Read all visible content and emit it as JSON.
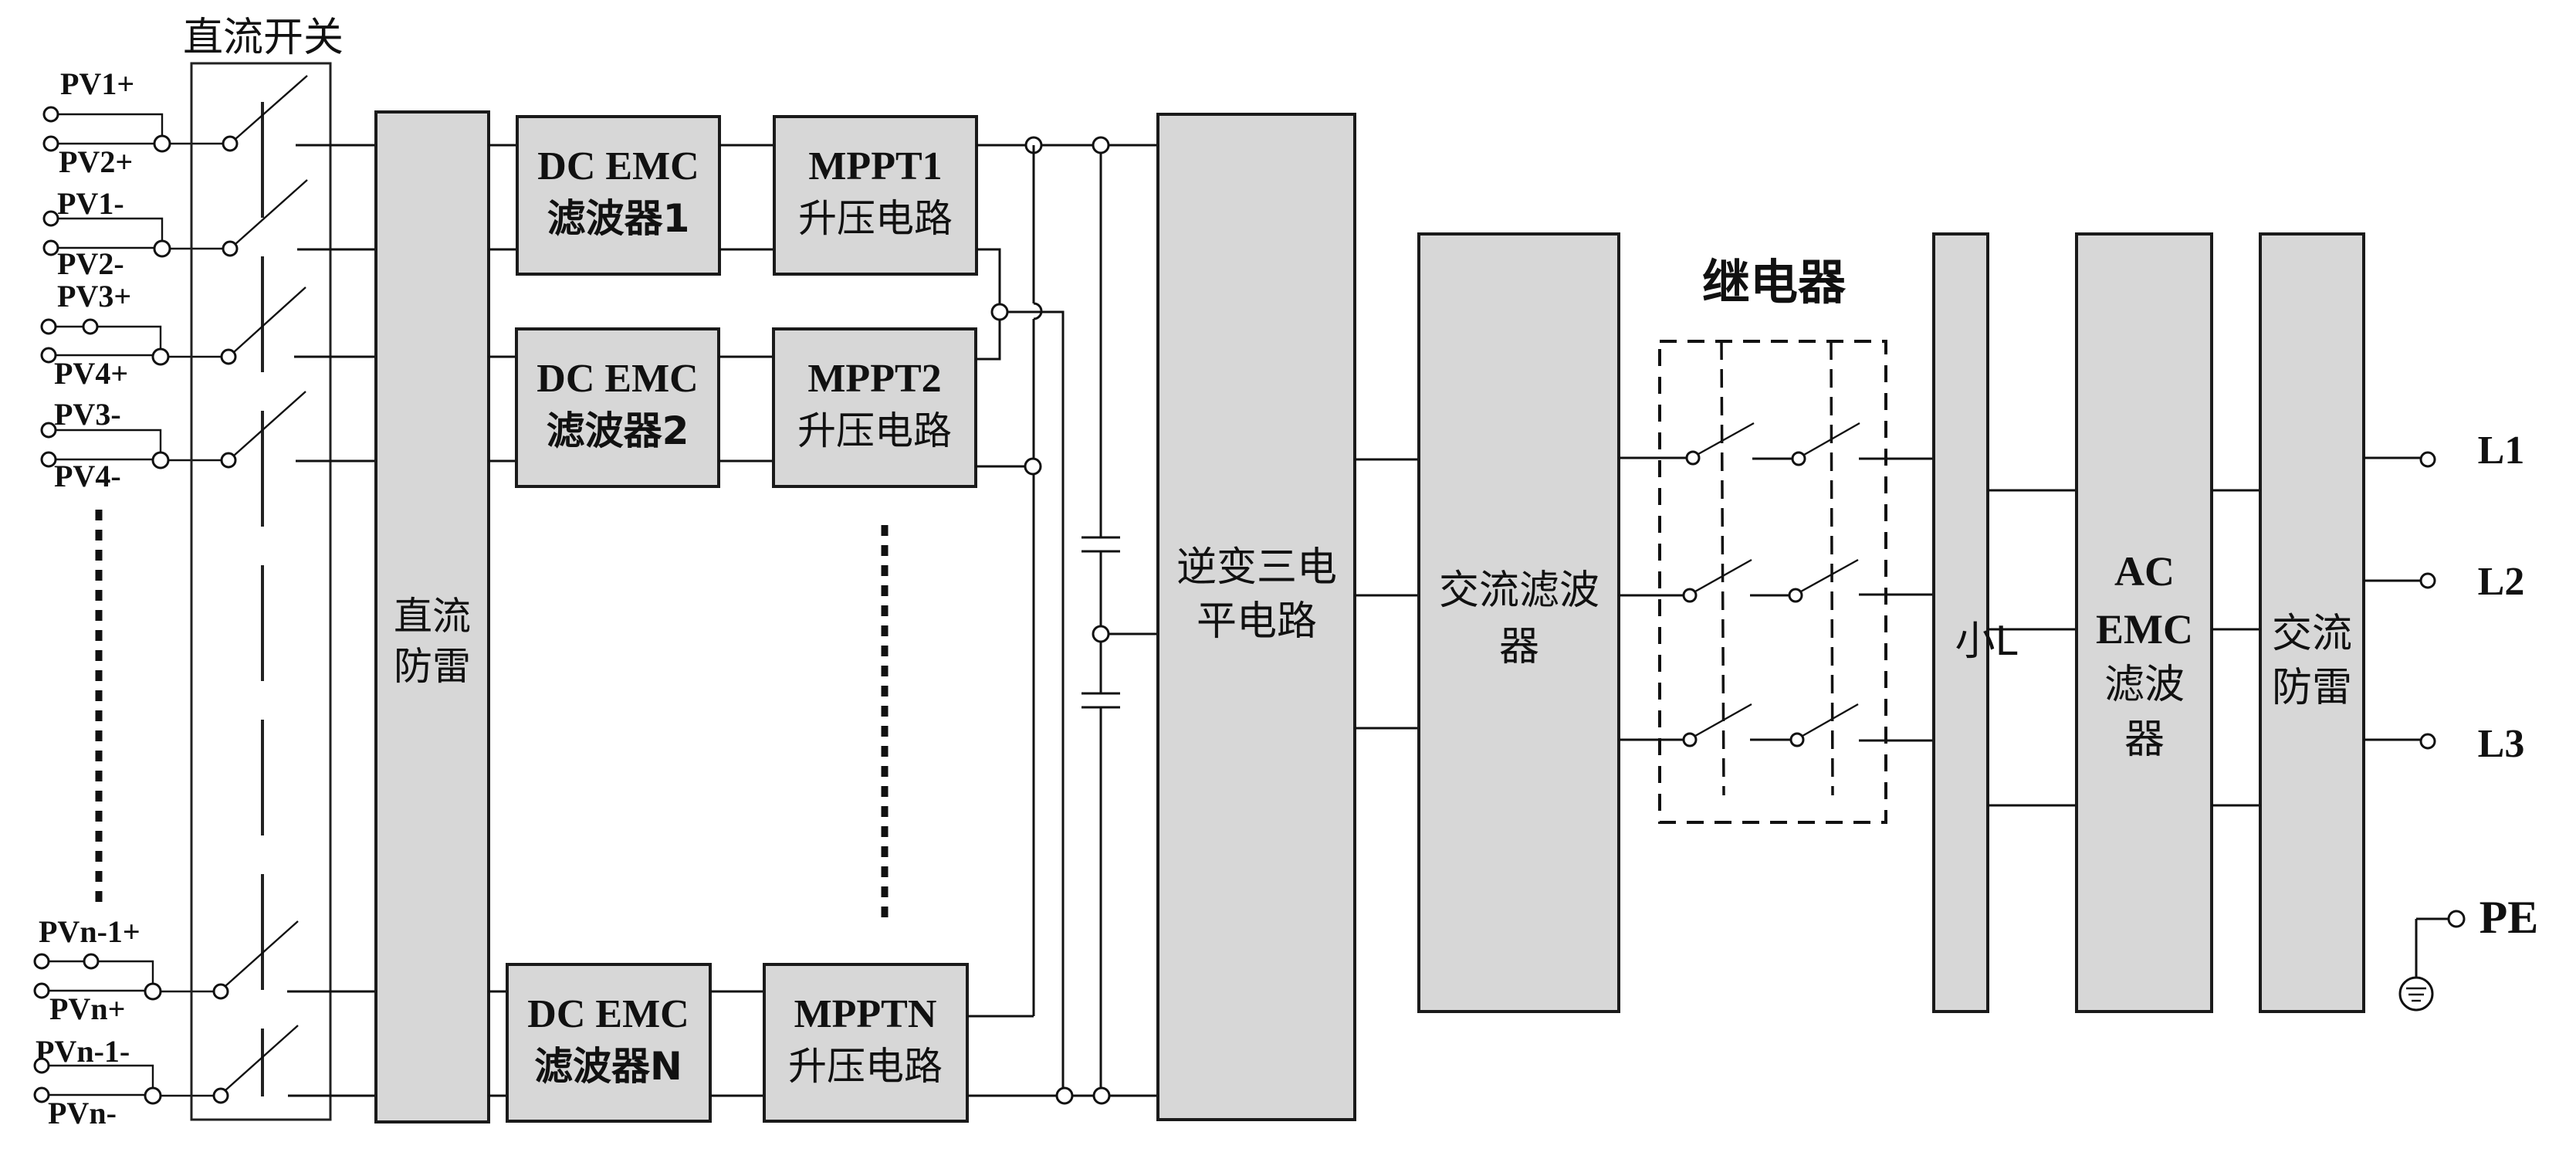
{
  "titles": {
    "dc_switch": "直流开关",
    "relay": "继电器"
  },
  "pv_inputs": [
    {
      "top": "PV1+",
      "bottom": "PV2+"
    },
    {
      "top": "PV1-",
      "bottom": "PV2-"
    },
    {
      "top": "PV3+",
      "bottom": "PV4+"
    },
    {
      "top": "PV3-",
      "bottom": "PV4-"
    },
    {
      "top": "PVn-1+",
      "bottom": "PVn+"
    },
    {
      "top": "PVn-1-",
      "bottom": "PVn-"
    }
  ],
  "blocks": {
    "dc_spd": [
      "直流",
      "防雷"
    ],
    "dc_emc_1": [
      "DC EMC",
      "滤波器1"
    ],
    "mppt_1": [
      "MPPT1",
      "升压电路"
    ],
    "dc_emc_2": [
      "DC EMC",
      "滤波器2"
    ],
    "mppt_2": [
      "MPPT2",
      "升压电路"
    ],
    "dc_emc_n": [
      "DC EMC",
      "滤波器N"
    ],
    "mppt_n": [
      "MPPTN",
      "升压电路"
    ],
    "inverter": [
      "逆变三电",
      "平电路"
    ],
    "ac_filter": [
      "交流滤波",
      "器"
    ],
    "small_l": [
      "小L"
    ],
    "ac_emc": [
      "AC",
      "EMC",
      "滤波",
      "器"
    ],
    "ac_spd": [
      "交流",
      "防雷"
    ]
  },
  "outputs": [
    "L1",
    "L2",
    "L3"
  ],
  "ground": "PE"
}
